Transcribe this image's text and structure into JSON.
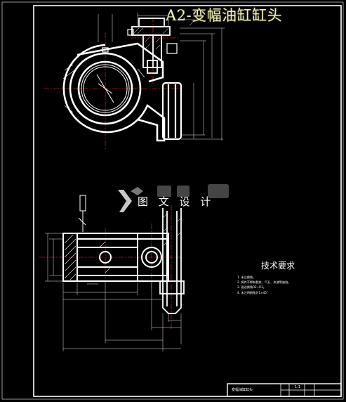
{
  "drawing": {
    "title": "A2-变幅油缸缸头"
  },
  "watermark": {
    "text": "图 文 设 计"
  },
  "tech_requirements": {
    "title": "技术要求",
    "items": [
      "1. 未注倒角。",
      "2. 铸件不得有裂纹、气孔、夹渣等缺陷。",
      "3. 锐边倒角R2~R3。",
      "4. 未注明倒角为1×45°"
    ]
  },
  "title_block": {
    "part_name": "变幅油缸缸头",
    "scale": "1:1"
  },
  "colors": {
    "background": "#000000",
    "outline": "#ffffff",
    "centerline": "#ff2a2a",
    "dimension": "#e6e6e6",
    "title_text": "#f2f2a8"
  }
}
